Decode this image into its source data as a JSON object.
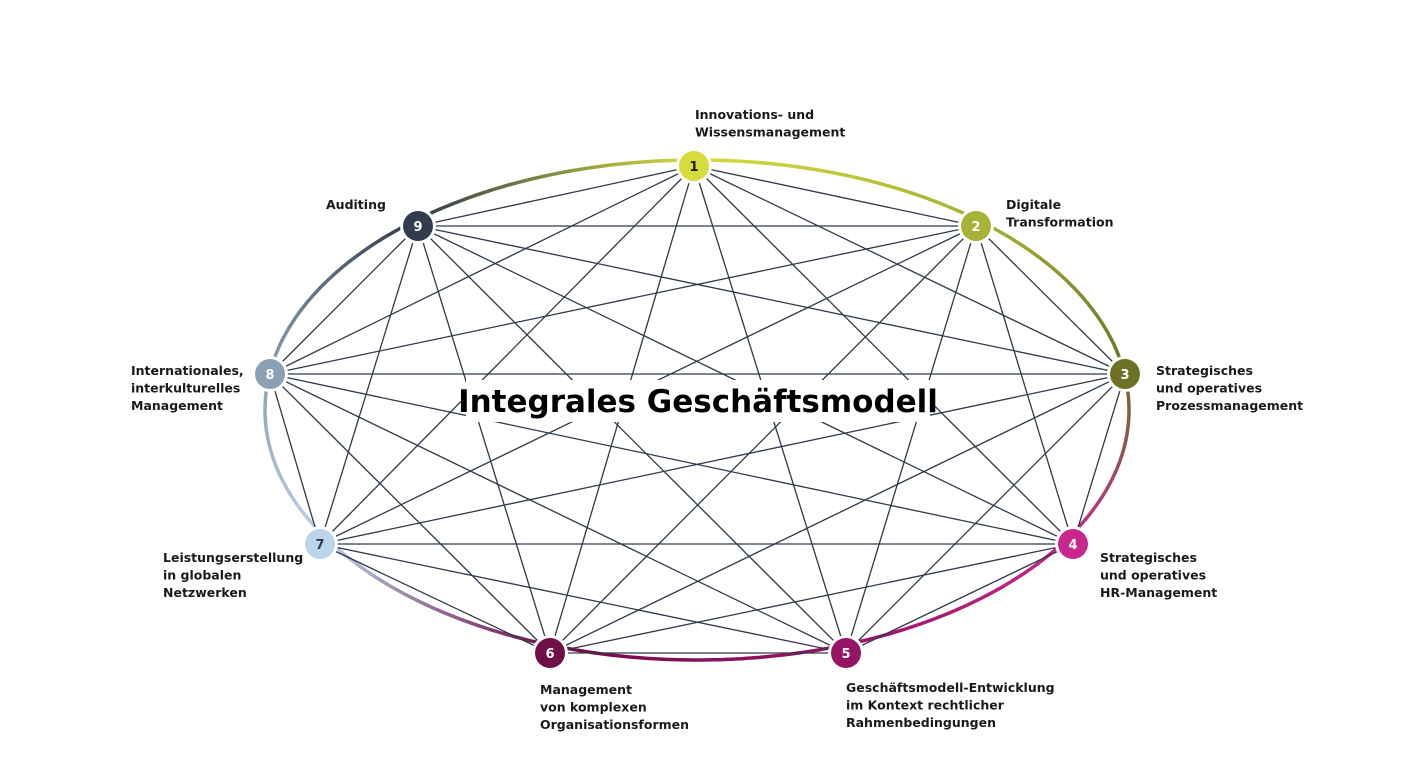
{
  "title": "Integrales Geschäftsmodell",
  "nodes": [
    {
      "id": "1",
      "label": [
        "Innovations- und",
        "Wissensmanagement"
      ],
      "color": "#d6dc3c",
      "num_color": "#1a1a1a"
    },
    {
      "id": "2",
      "label": [
        "Digitale",
        "Transformation"
      ],
      "color": "#a8b236",
      "num_color": "#ffffff"
    },
    {
      "id": "3",
      "label": [
        "Strategisches",
        "und operatives",
        "Prozessmanagement"
      ],
      "color": "#6e7228",
      "num_color": "#ffffff"
    },
    {
      "id": "4",
      "label": [
        "Strategisches",
        "und operatives",
        "HR-Management"
      ],
      "color": "#c8288c",
      "num_color": "#ffffff"
    },
    {
      "id": "5",
      "label": [
        "Geschäftsmodell-Entwicklung",
        "im Kontext rechtlicher",
        "Rahmenbedingungen"
      ],
      "color": "#961464",
      "num_color": "#ffffff"
    },
    {
      "id": "6",
      "label": [
        "Management",
        "von komplexen",
        "Organisationsformen"
      ],
      "color": "#6e0f46",
      "num_color": "#ffffff"
    },
    {
      "id": "7",
      "label": [
        "Leistungserstellung",
        "in globalen",
        "Netzwerken"
      ],
      "color": "#bcd4ec",
      "num_color": "#2e3a4a"
    },
    {
      "id": "8",
      "label": [
        "Internationales,",
        "interkulturelles",
        "Management"
      ],
      "color": "#8ca0b4",
      "num_color": "#ffffff"
    },
    {
      "id": "9",
      "label": [
        "Auditing"
      ],
      "color": "#323c4c",
      "num_color": "#ffffff"
    }
  ],
  "edges": "complete-graph",
  "edge_color": "#2e3a4a"
}
